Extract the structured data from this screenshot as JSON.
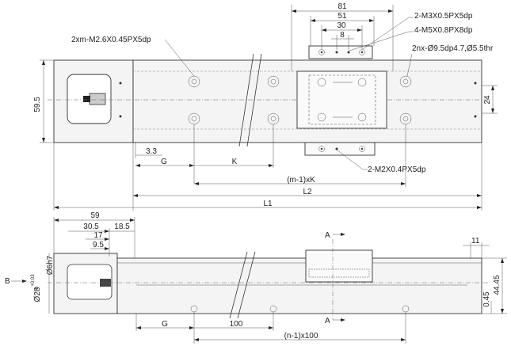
{
  "top_view": {
    "callouts": {
      "mount_screws": "2xm-M2.6X0.45PX5dp",
      "m3_holes": "2-M3X0.5PX5dp",
      "m5_holes": "4-M5X0.8PX8dp",
      "counterbore": "2nx-Ø9.5dp4.7,Ø5.5thr",
      "m2_holes": "2-M2X0.4PX5dp"
    },
    "dims": {
      "d81": "81",
      "d51": "51",
      "d30": "30",
      "d8": "8",
      "d59_5": "59.5",
      "d24": "24",
      "d3_3": "3.3",
      "G": "G",
      "K": "K",
      "m1xK": "(m-1)xK",
      "L2": "L2",
      "L1": "L1"
    }
  },
  "side_view": {
    "dims": {
      "d59": "59",
      "d30_5": "30.5",
      "d18_5": "18.5",
      "d17": "17",
      "d9_5": "9.5",
      "d6h7": "Ø6h7",
      "d28": "Ø28",
      "tol_upper": "+0.03",
      "tol_lower": "0",
      "d11": "11",
      "d0_45": "0.45",
      "d44_45": "44.45",
      "G": "G",
      "d100": "100",
      "n1x100": "(n-1)x100"
    },
    "section_a_top": "A",
    "section_a_bottom": "A",
    "view_b": "B"
  }
}
